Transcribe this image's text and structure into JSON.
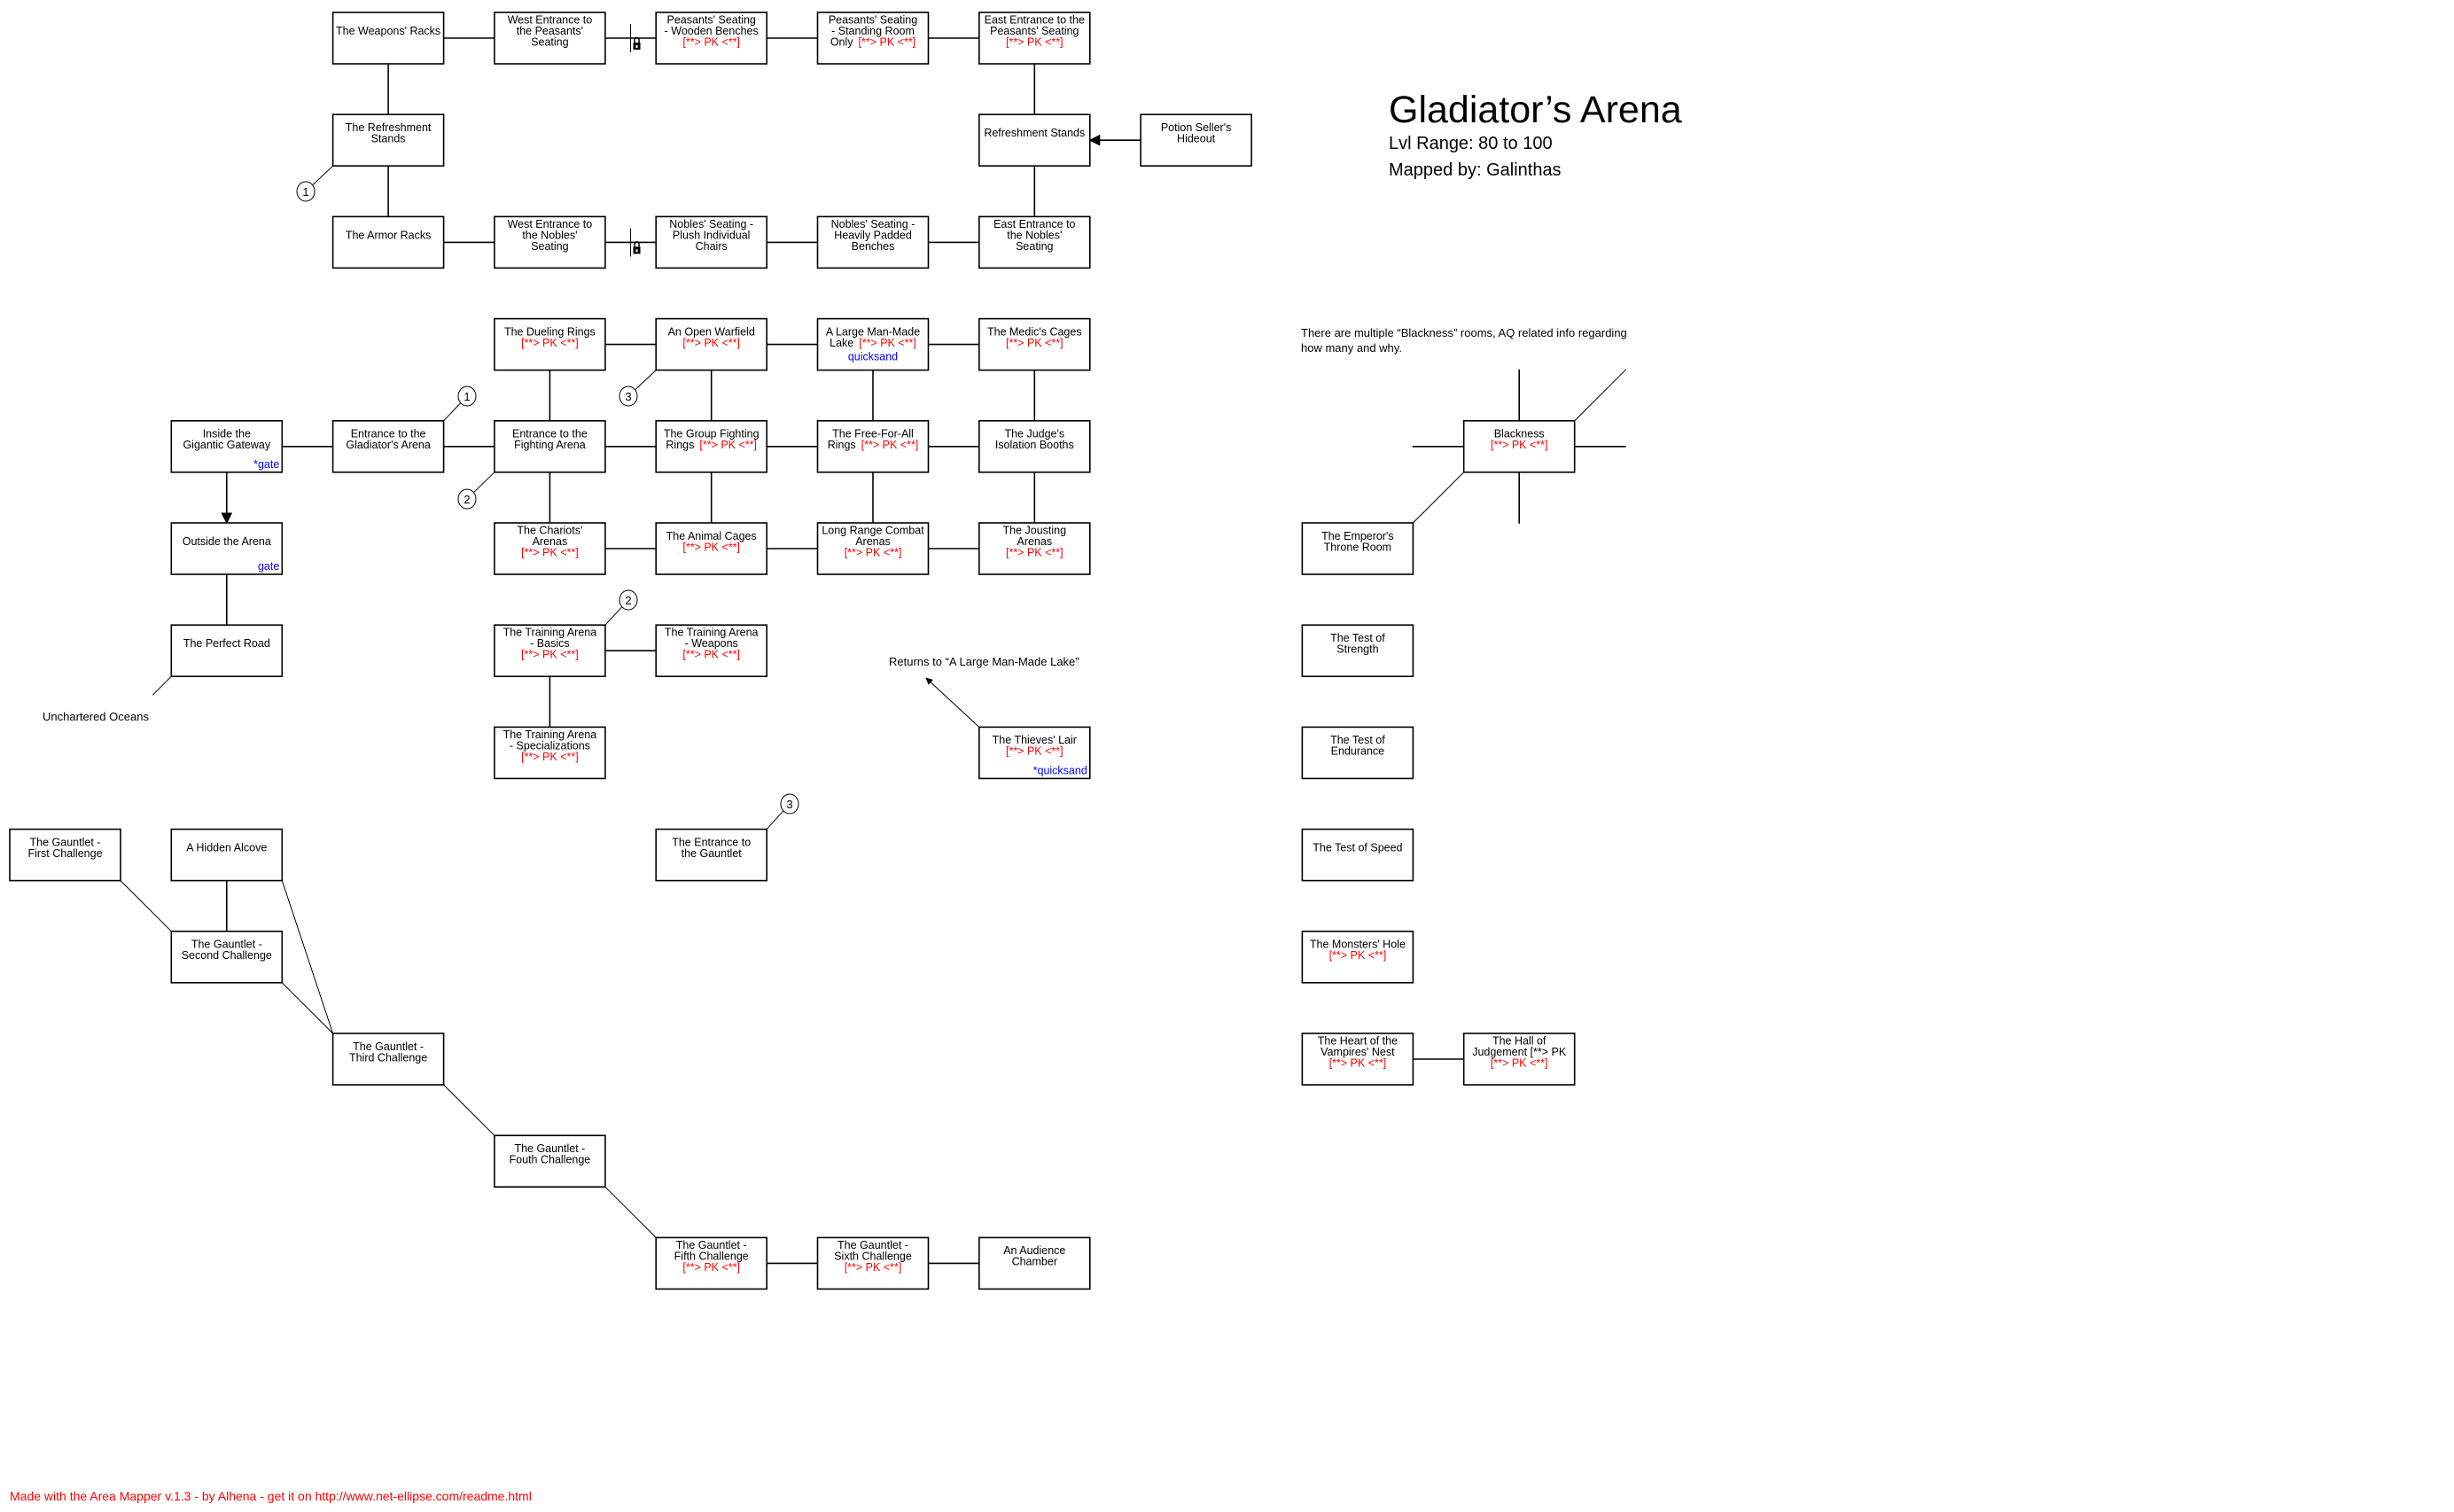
{
  "header": {
    "title": "Gladiator’s Arena",
    "level_range": "Lvl Range: 80 to 100",
    "mapped_by": "Mapped by: Galinthas"
  },
  "notes": {
    "blackness_note_line1": "There are multiple “Blackness” rooms, AQ related info regarding",
    "blackness_note_line2": "how many and why.",
    "returns_to": "Returns to “A Large Man-Made Lake”",
    "unchartered": "Unchartered Oceans"
  },
  "footer": "Made with the Area Mapper v.1.3 - by Alhena - get it on http://www.net-ellipse.com/readme.html",
  "markers": [
    "1",
    "1",
    "2",
    "3",
    "2",
    "3"
  ],
  "colors": {
    "pk": "#ff0000",
    "note": "#0000ff",
    "line": "#000000"
  },
  "icons": {
    "door": "lock-icon"
  },
  "rooms": [
    {
      "name": [
        "The Weapons' Racks"
      ]
    },
    {
      "name": [
        "West Entrance to",
        "the Peasants'",
        "Seating"
      ]
    },
    {
      "name": [
        "Peasants' Seating",
        "- Wooden Benches"
      ],
      "pk": "[**> PK <**]"
    },
    {
      "name": [
        "Peasants' Seating",
        "- Standing Room",
        "Only"
      ],
      "pk": "[**> PK <**]"
    },
    {
      "name": [
        "East Entrance to the",
        "Peasants' Seating"
      ],
      "pk": "[**> PK <**]"
    },
    {
      "name": [
        "The Refreshment",
        "Stands"
      ]
    },
    {
      "name": [
        "Refreshment Stands"
      ]
    },
    {
      "name": [
        "Potion Seller's",
        "Hideout"
      ]
    },
    {
      "name": [
        "The Armor Racks"
      ]
    },
    {
      "name": [
        "West Entrance to",
        "the Nobles'",
        "Seating"
      ]
    },
    {
      "name": [
        "Nobles' Seating -",
        "Plush Individual",
        "Chairs"
      ]
    },
    {
      "name": [
        "Nobles' Seating -",
        "Heavily Padded",
        "Benches"
      ]
    },
    {
      "name": [
        "East Entrance to",
        "the Nobles'",
        "Seating"
      ]
    },
    {
      "name": [
        "The Dueling Rings"
      ],
      "pk": "[**> PK <**]"
    },
    {
      "name": [
        "An Open Warfield"
      ],
      "pk": "[**> PK <**]"
    },
    {
      "name": [
        "A Large Man-Made",
        "Lake"
      ],
      "pk": "[**> PK <**]",
      "note": "quicksand"
    },
    {
      "name": [
        "The Medic's Cages"
      ],
      "pk": "[**> PK <**]"
    },
    {
      "name": [
        "Inside the",
        "Gigantic Gateway"
      ],
      "note": "*gate"
    },
    {
      "name": [
        "Entrance to the",
        "Gladiator's Arena"
      ]
    },
    {
      "name": [
        "Entrance to the",
        "Fighting Arena"
      ]
    },
    {
      "name": [
        "The Group Fighting",
        "Rings"
      ],
      "pk": "[**> PK <**]"
    },
    {
      "name": [
        "The Free-For-All",
        "Rings"
      ],
      "pk": "[**> PK <**]"
    },
    {
      "name": [
        "The Judge's",
        "Isolation Booths"
      ]
    },
    {
      "name": [
        "Outside the Arena"
      ],
      "note": "gate"
    },
    {
      "name": [
        "The Chariots'",
        "Arenas"
      ],
      "pk": "[**> PK <**]"
    },
    {
      "name": [
        "The Animal Cages"
      ],
      "pk": "[**> PK <**]"
    },
    {
      "name": [
        "Long Range Combat",
        "Arenas"
      ],
      "pk": "[**> PK <**]"
    },
    {
      "name": [
        "The Jousting",
        "Arenas"
      ],
      "pk": "[**> PK <**]"
    },
    {
      "name": [
        "The Perfect Road"
      ]
    },
    {
      "name": [
        "The Training Arena",
        "- Basics"
      ],
      "pk": "[**> PK <**]"
    },
    {
      "name": [
        "The Training Arena",
        "- Weapons"
      ],
      "pk": "[**> PK <**]"
    },
    {
      "name": [
        "The Training Arena",
        "- Specializations"
      ],
      "pk": "[**> PK <**]"
    },
    {
      "name": [
        "The Thieves' Lair"
      ],
      "pk": "[**> PK <**]",
      "note": "*quicksand"
    },
    {
      "name": [
        "The Gauntlet -",
        "First Challenge"
      ]
    },
    {
      "name": [
        "A Hidden Alcove"
      ]
    },
    {
      "name": [
        "The Entrance to",
        "the Gauntlet"
      ]
    },
    {
      "name": [
        "The Gauntlet -",
        "Second Challenge"
      ]
    },
    {
      "name": [
        "The Gauntlet -",
        "Third Challenge"
      ]
    },
    {
      "name": [
        "The Gauntlet -",
        "Fouth Challenge"
      ]
    },
    {
      "name": [
        "The Gauntlet -",
        "Fifth Challenge"
      ],
      "pk": "[**> PK <**]"
    },
    {
      "name": [
        "The Gauntlet -",
        "Sixth Challenge"
      ],
      "pk": "[**> PK <**]"
    },
    {
      "name": [
        "An Audience",
        "Chamber"
      ]
    },
    {
      "name": [
        "Blackness"
      ],
      "pk": "[**> PK <**]"
    },
    {
      "name": [
        "The Emperor's",
        "Throne Room"
      ]
    },
    {
      "name": [
        "The Test of",
        "Strength"
      ]
    },
    {
      "name": [
        "The Test of",
        "Endurance"
      ]
    },
    {
      "name": [
        "The Test of Speed"
      ]
    },
    {
      "name": [
        "The Monsters' Hole"
      ],
      "pk": "[**> PK <**]"
    },
    {
      "name": [
        "The Heart of the",
        "Vampires' Nest"
      ],
      "pk": "[**> PK <**]"
    },
    {
      "name": [
        "The Hall of",
        "Judgement [**> PK"
      ],
      "pk": "[**> PK <**]"
    }
  ]
}
